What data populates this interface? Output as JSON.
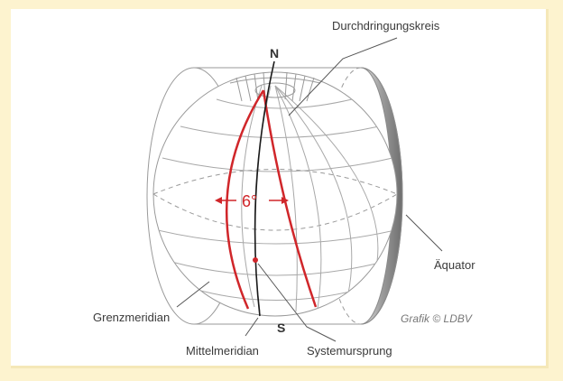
{
  "labels": {
    "north": "N",
    "south": "S",
    "angle": "6°",
    "penetration_circle": "Durchdringungskreis",
    "equator": "Äquator",
    "boundary_meridian": "Grenzmeridian",
    "central_meridian": "Mittelmeridian",
    "system_origin": "Systemursprung",
    "credit": "Grafik © LDBV"
  },
  "colors": {
    "background": "#fdf3cf",
    "panel": "#ffffff",
    "zone_red": "#d0262a",
    "lines_gray": "#9a9a9a",
    "central_meridian": "#1a1a1a"
  }
}
